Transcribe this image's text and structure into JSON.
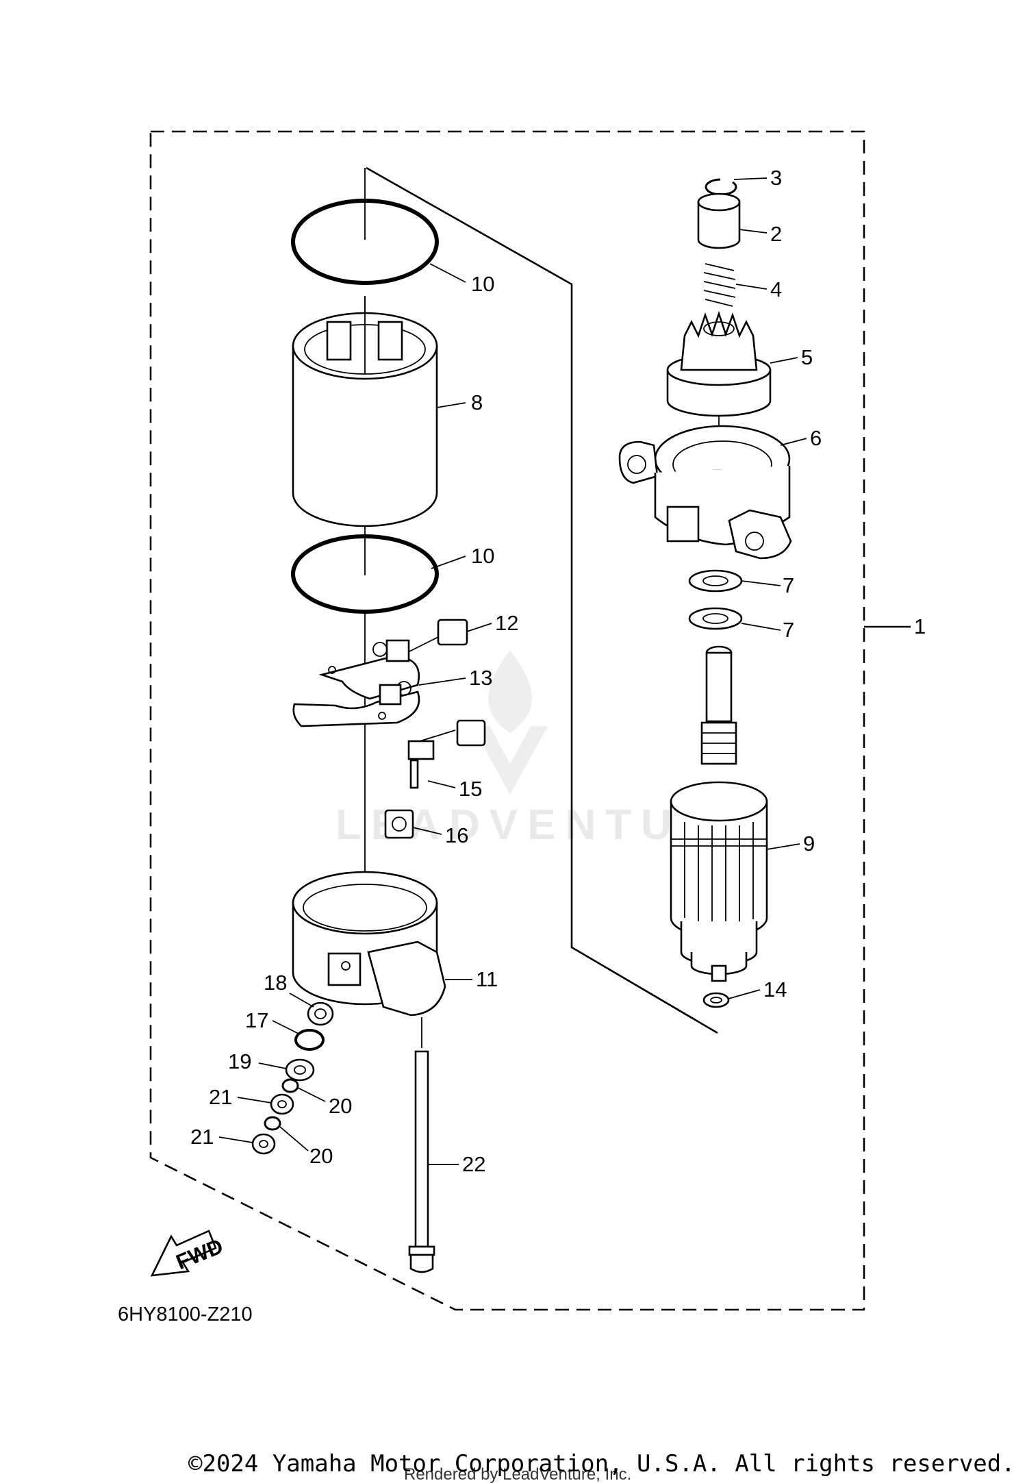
{
  "diagram": {
    "drawing_code": "6HY8100-Z210",
    "fwd_label": "FWD",
    "watermark": "LEADVENTURE",
    "copyright": "©2024 Yamaha Motor Corporation, U.S.A. All rights reserved.",
    "rendered_by": "Rendered by LeadVenture, Inc.",
    "callouts": {
      "c1": "1",
      "c2": "2",
      "c3": "3",
      "c4": "4",
      "c5": "5",
      "c6": "6",
      "c7a": "7",
      "c7b": "7",
      "c8": "8",
      "c9": "9",
      "c10a": "10",
      "c10b": "10",
      "c11": "11",
      "c12": "12",
      "c13": "13",
      "c14": "14",
      "c15": "15",
      "c16": "16",
      "c17": "17",
      "c18": "18",
      "c19": "19",
      "c20a": "20",
      "c20b": "20",
      "c21a": "21",
      "c21b": "21",
      "c22": "22"
    }
  }
}
